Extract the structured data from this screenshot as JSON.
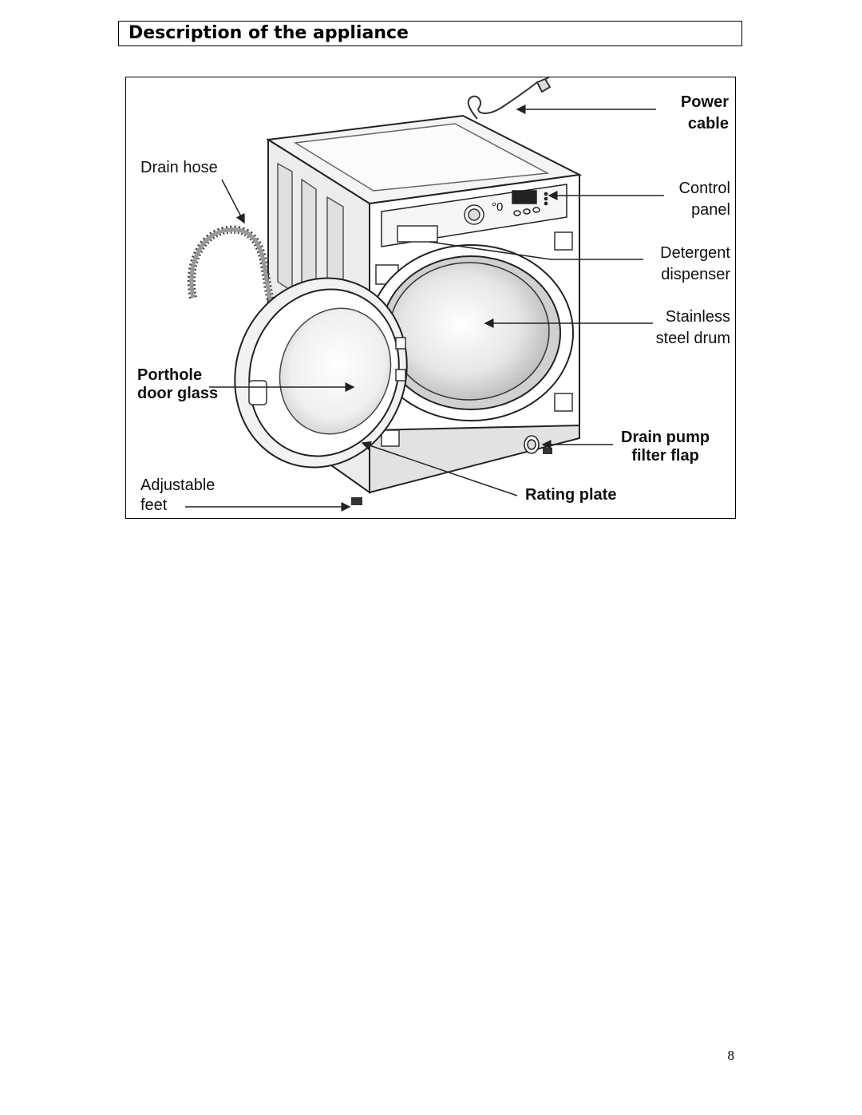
{
  "section": {
    "title": "Description of the appliance"
  },
  "labels": {
    "power_cable": [
      "Power",
      "cable"
    ],
    "drain_hose": "Drain hose",
    "control_panel": [
      "Control",
      "panel"
    ],
    "detergent_dispenser": [
      "Detergent",
      "dispenser"
    ],
    "stainless_steel_drum": [
      "Stainless",
      "steel drum"
    ],
    "porthole_door_glass": [
      "Porthole",
      "door glass"
    ],
    "drain_pump_filter_flap": [
      "Drain pump",
      "filter flap"
    ],
    "adjustable_feet": [
      "Adjustable",
      "feet"
    ],
    "rating_plate": "Rating plate"
  },
  "panel_display": "°0",
  "page_number": "8"
}
